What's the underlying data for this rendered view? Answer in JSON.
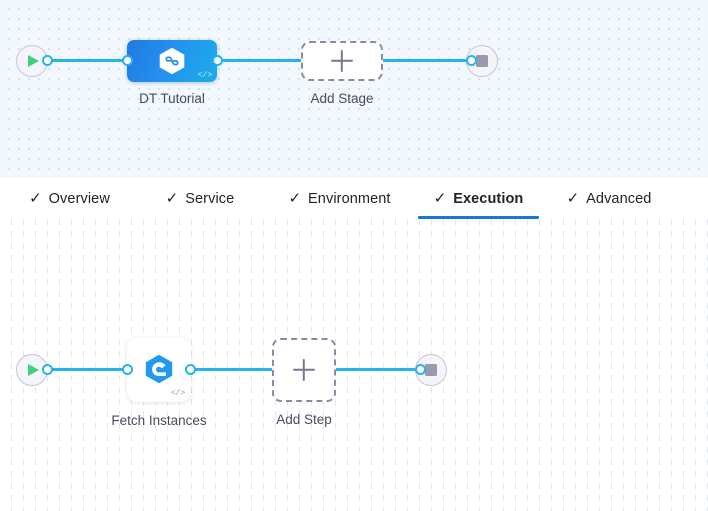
{
  "pipeline": {
    "start_node": {
      "icon": "play-icon",
      "title": "Start"
    },
    "stage": {
      "label": "DT Tutorial",
      "icon": "harness-hexagon-icon",
      "badge": "</>",
      "color": "#2490ef"
    },
    "add_stage": {
      "label": "Add Stage",
      "icon": "plus-icon"
    },
    "end_node": {
      "icon": "stop-icon",
      "title": "End"
    },
    "edge_color": "#26b4ee"
  },
  "tabs": {
    "items": [
      {
        "label": "Overview",
        "check": "✓",
        "active": false
      },
      {
        "label": "Service",
        "check": "✓",
        "active": false
      },
      {
        "label": "Environment",
        "check": "✓",
        "active": false
      },
      {
        "label": "Execution",
        "check": "✓",
        "active": true
      },
      {
        "label": "Advanced",
        "check": "✓",
        "active": false
      }
    ],
    "active_color": "#1779d4"
  },
  "execution": {
    "start_node": {
      "icon": "play-icon",
      "title": "Start"
    },
    "step": {
      "label": "Fetch Instances",
      "icon": "harness-hexagon-icon",
      "badge": "</>"
    },
    "add_step": {
      "label": "Add Step",
      "icon": "plus-icon"
    },
    "end_node": {
      "icon": "stop-icon",
      "title": "End"
    },
    "edge_color": "#26b4ee"
  }
}
